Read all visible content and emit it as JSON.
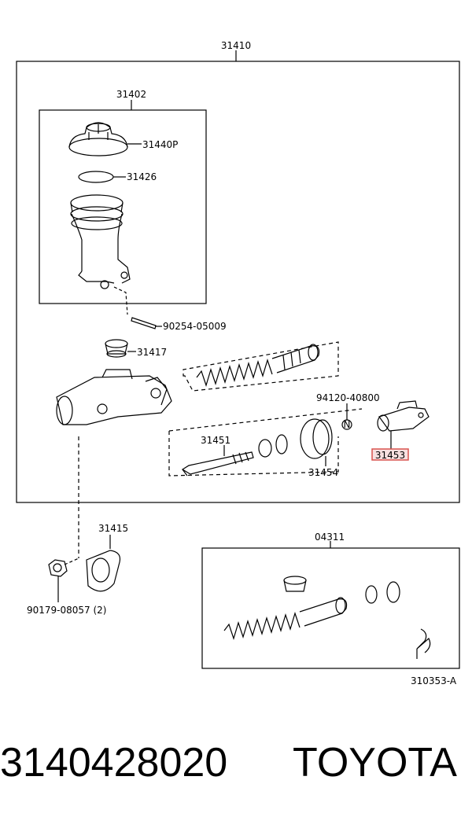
{
  "labels": {
    "assembly": "31410",
    "reservoir_group": "31402",
    "cap": "31440P",
    "gasket": "31426",
    "pin": "90254-05009",
    "grommet": "31417",
    "ring_n": "94120-40800",
    "clevis": "31453",
    "push_rod": "31451",
    "boot": "31454",
    "gasket_body": "31415",
    "nut": "90179-08057 (2)",
    "repair_kit": "04311",
    "drawing_no": "310353-A",
    "n_symbol": "N"
  },
  "footer": {
    "part_number": "3140428020",
    "brand": "TOYOTA"
  },
  "colors": {
    "line": "#000000",
    "highlight": "#d9534f",
    "highlight_fill": "#f8e0e0"
  }
}
